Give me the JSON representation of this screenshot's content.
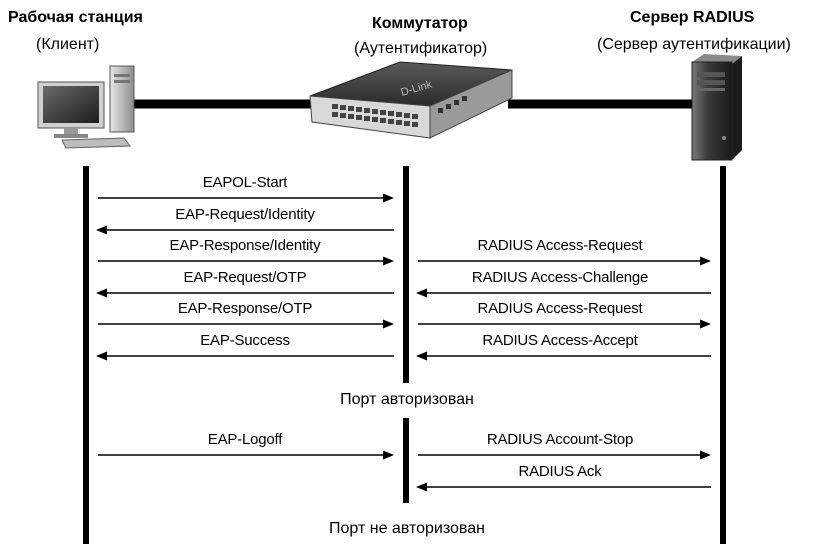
{
  "nodes": {
    "client": {
      "title": "Рабочая станция",
      "role": "(Клиент)"
    },
    "switch": {
      "title": "Коммутатор",
      "role": "(Аутентификатор)"
    },
    "server": {
      "title": "Сервер RADIUS",
      "role": "(Сервер аутентификации)"
    }
  },
  "messages_client_switch": [
    {
      "label": "EAPOL-Start",
      "direction": "to-switch"
    },
    {
      "label": "EAP-Request/Identity",
      "direction": "to-client"
    },
    {
      "label": "EAP-Response/Identity",
      "direction": "to-switch"
    },
    {
      "label": "EAP-Request/OTP",
      "direction": "to-client"
    },
    {
      "label": "EAP-Response/OTP",
      "direction": "to-switch"
    },
    {
      "label": "EAP-Success",
      "direction": "to-client"
    },
    {
      "label": "EAP-Logoff",
      "direction": "to-switch"
    }
  ],
  "messages_switch_server": [
    {
      "label": "RADIUS Access-Request",
      "direction": "to-server"
    },
    {
      "label": "RADIUS Access-Challenge",
      "direction": "to-switch"
    },
    {
      "label": "RADIUS Access-Request",
      "direction": "to-server"
    },
    {
      "label": "RADIUS Access-Accept",
      "direction": "to-switch"
    },
    {
      "label": "RADIUS Account-Stop",
      "direction": "to-server"
    },
    {
      "label": "RADIUS Ack",
      "direction": "to-switch"
    }
  ],
  "status": {
    "authorized": "Порт авторизован",
    "unauthorized": "Порт не авторизован"
  },
  "device_brand": "D-Link",
  "colors": {
    "line": "#000000",
    "device_dark": "#2a2a2a",
    "device_light": "#cfcfcf"
  }
}
